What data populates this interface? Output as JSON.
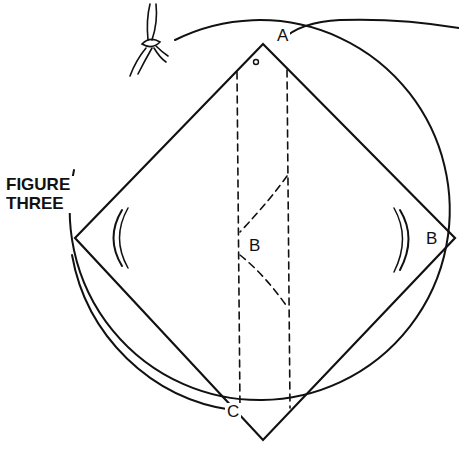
{
  "diagram": {
    "labels": [
      "FIGURE THREE",
      "A",
      "B",
      "B",
      "C"
    ]
  }
}
